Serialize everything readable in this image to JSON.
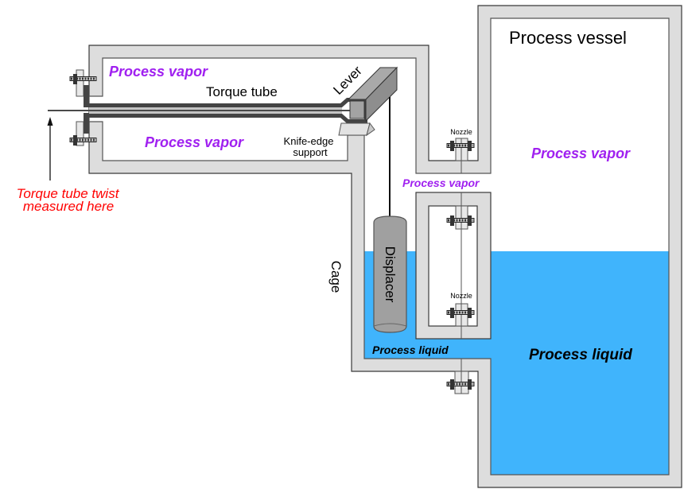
{
  "labels": {
    "housing_vapor_top": "Process vapor",
    "torque_tube": "Torque tube",
    "lever": "Lever",
    "housing_vapor_bottom": "Process vapor",
    "knife_edge_line1": "Knife-edge",
    "knife_edge_line2": "support",
    "nozzle_upper": "Nozzle",
    "nozzle_lower": "Nozzle",
    "passage_vapor": "Process vapor",
    "vessel_title": "Process vessel",
    "vessel_vapor": "Process vapor",
    "cage": "Cage",
    "displacer": "Displacer",
    "cage_liquid": "Process liquid",
    "vessel_liquid": "Process liquid",
    "annotation_line1": "Torque tube twist",
    "annotation_line2": "measured here"
  },
  "colors": {
    "vapor_text": "#a020f0",
    "annotation_text": "#ff0000",
    "liquid": "#40b4fc",
    "wall": "#dddddd",
    "flange": "#e8e8e8",
    "tube": "#444444",
    "displacer": "#a0a0a0"
  }
}
